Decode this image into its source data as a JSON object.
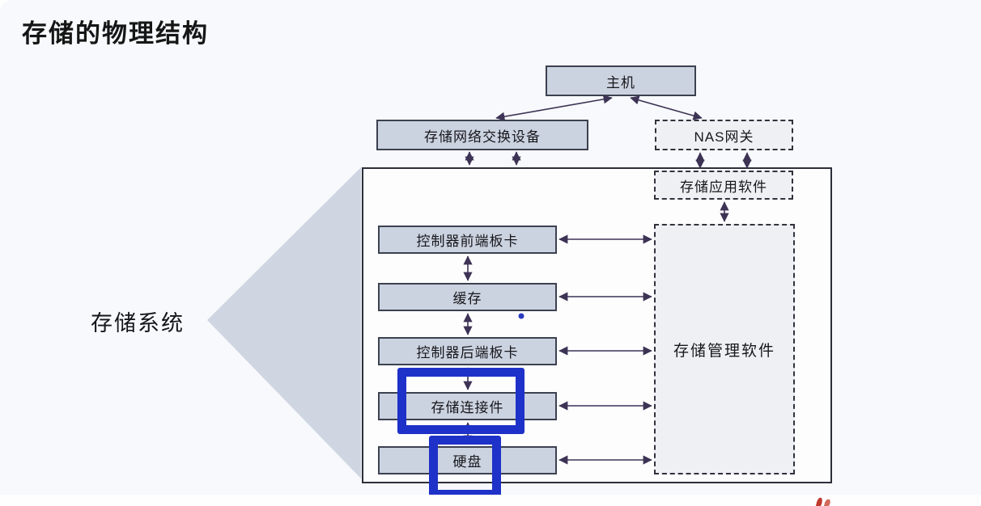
{
  "slide": {
    "title": "存储的物理结构",
    "side_label": "存储系统"
  },
  "nodes": {
    "host": {
      "label": "主机"
    },
    "switch": {
      "label": "存储网络交换设备"
    },
    "nas_gateway": {
      "label": "NAS网关"
    },
    "storage_app_software": {
      "label": "存储应用软件"
    },
    "storage_mgmt_software": {
      "label": "存储管理软件"
    },
    "controller_front_board": {
      "label": "控制器前端板卡"
    },
    "cache": {
      "label": "缓存"
    },
    "controller_back_board": {
      "label": "控制器后端板卡"
    },
    "storage_connector": {
      "label": "存储连接件"
    },
    "hard_disk": {
      "label": "硬盘"
    }
  },
  "colors": {
    "bg": "#f7f9fc",
    "title_text": "#161616",
    "box_fill": "#ccd3e0",
    "box_border": "#3c4150",
    "dashed_fill": "#eef0f4",
    "triangle_fill": "#cfd6e2",
    "highlight_blue": "#1e31c8",
    "arrow": "#3d3355",
    "logo_red": "#c03a2e"
  }
}
